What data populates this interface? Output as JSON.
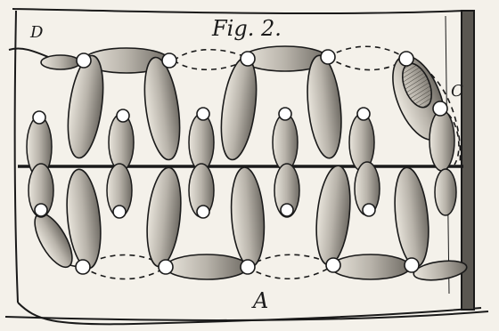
{
  "figure": {
    "caption": "Fig. 2.",
    "labels": {
      "d": "D",
      "c": "C",
      "a": "A"
    }
  },
  "colors": {
    "paper": "#f4f1ea",
    "ink": "#1a1a1a",
    "shade": "#8a8680"
  }
}
